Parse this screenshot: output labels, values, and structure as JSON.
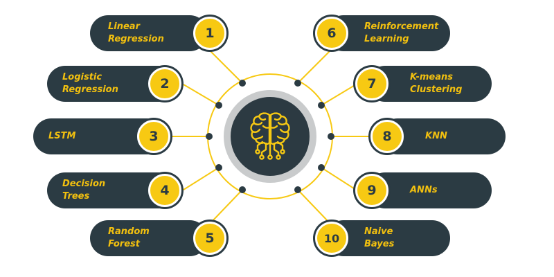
{
  "items": [
    {
      "number": "1",
      "line1": "Linear",
      "line2": "Regression"
    },
    {
      "number": "2",
      "line1": "Logistic",
      "line2": "Regression"
    },
    {
      "number": "3",
      "line1": "LSTM",
      "line2": ""
    },
    {
      "number": "4",
      "line1": "Decision",
      "line2": "Trees"
    },
    {
      "number": "5",
      "line1": "Random",
      "line2": "Forest"
    },
    {
      "number": "6",
      "line1": "Reinforcement",
      "line2": "Learning"
    },
    {
      "number": "7",
      "line1": "K-means",
      "line2": "Clustering"
    },
    {
      "number": "8",
      "line1": "KNN",
      "line2": ""
    },
    {
      "number": "9",
      "line1": "ANNs",
      "line2": ""
    },
    {
      "number": "10",
      "line1": "Naive",
      "line2": "Bayes"
    }
  ],
  "colors": {
    "accent": "#f7c913",
    "dark": "#2b3b43",
    "label": "#f2c00f",
    "hub_ring": "#c9cbcc"
  },
  "center_icon": "brain-circuit-icon"
}
